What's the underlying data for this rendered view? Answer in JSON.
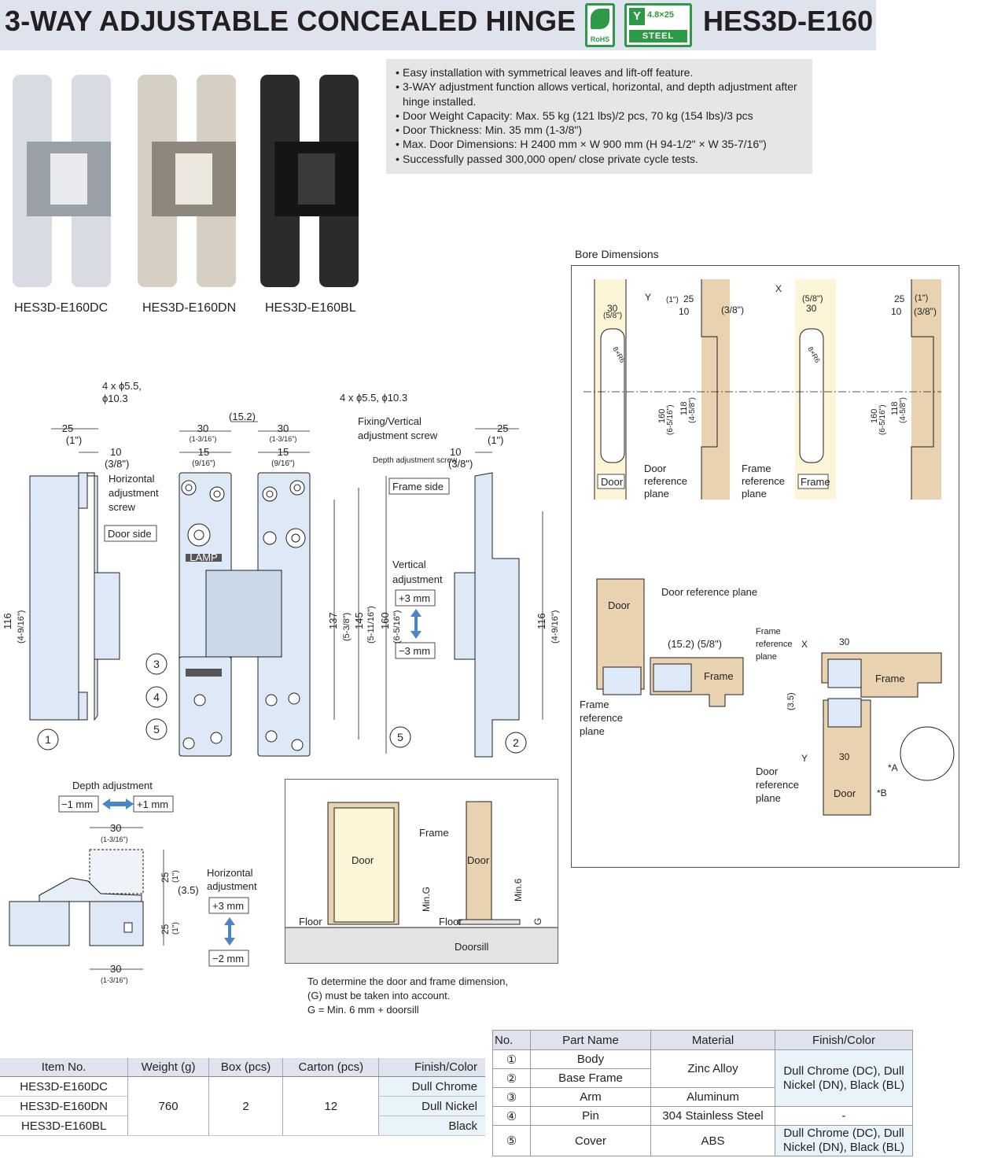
{
  "header": {
    "title": "3-WAY ADJUSTABLE CONCEALED HINGE",
    "model": "HES3D-E160",
    "rohs_badge": "RoHS",
    "steel_badge_spec": "4.8×25",
    "steel_badge_label": "STEEL",
    "accent_color": "#2e9a48",
    "band_color": "#dfe3ee"
  },
  "features": [
    "Easy installation with symmetrical leaves and lift-off feature.",
    "3-WAY adjustment function allows vertical, horizontal, and depth adjustment after hinge installed.",
    "Door Weight Capacity: Max. 55 kg (121 lbs)/2 pcs, 70 kg (154 lbs)/3 pcs",
    "Door Thickness: Min. 35 mm (1-3/8\")",
    "Max. Door Dimensions: H 2400 mm × W 900 mm (H 94-1/2\" × W 35-7/16\")",
    "Successfully passed 300,000 open/ close private cycle tests."
  ],
  "products": [
    {
      "code": "HES3D-E160DC",
      "color": "#d8dce2"
    },
    {
      "code": "HES3D-E160DN",
      "color": "#d6cfc4"
    },
    {
      "code": "HES3D-E160BL",
      "color": "#2b2b2b"
    }
  ],
  "main_drawing": {
    "callout_holes_left": "4 x ϕ5.5,",
    "callout_holes_left2": "ϕ10.3",
    "callout_holes_right": "4 x ϕ5.5, ϕ10.3",
    "dim_25": "25",
    "dim_25_in": "(1\")",
    "dim_10": "10",
    "dim_10_in": "(3/8\")",
    "dim_30": "30",
    "dim_30_in": "(1-3/16\")",
    "dim_15": "15",
    "dim_15_in": "(9/16\")",
    "dim_152": "(15.2)",
    "dim_116": "116",
    "dim_116_in": "(4-9/16\")",
    "dim_137": "137",
    "dim_137_in": "(5-3/8\")",
    "dim_145": "145",
    "dim_145_in": "(5-11/16\")",
    "dim_160": "160",
    "dim_160_in": "(6-5/16\")",
    "horizontal_screw": [
      "Horizontal",
      "adjustment",
      "screw"
    ],
    "door_side": "Door side",
    "frame_side": "Frame side",
    "fixing_screw": [
      "Fixing/Vertical",
      "adjustment screw"
    ],
    "depth_screw": "Depth adjustment screw",
    "vertical_adj": [
      "Vertical",
      "adjustment"
    ],
    "v_plus": "+3 mm",
    "v_minus": "−3 mm",
    "lamp_mark": "LAMP",
    "parts": [
      "1",
      "2",
      "3",
      "4",
      "5",
      "5"
    ]
  },
  "depth_drawing": {
    "title": "Depth adjustment",
    "minus": "−1 mm",
    "plus": "+1 mm",
    "dim_30": "30",
    "dim_30_in": "(1-3/16\")",
    "dim_25": "25",
    "dim_25_in": "(1\")",
    "dim_35": "(3.5)",
    "h_title": [
      "Horizontal",
      "adjustment"
    ],
    "h_plus": "+3 mm",
    "h_minus": "−2 mm"
  },
  "floor_drawing": {
    "frame": "Frame",
    "door": "Door",
    "door2": "Door",
    "floor": "Floor",
    "floor2": "Floor",
    "doorsill": "Doorsill",
    "min_g": "Min.G",
    "min_6": "Min.6",
    "g": "G"
  },
  "note": [
    "To determine the door and frame dimension,",
    "(G) must be taken into account.",
    "G = Min. 6 mm + doorsill"
  ],
  "bore": {
    "title": "Bore Dimensions",
    "y": "Y",
    "x": "X",
    "d30": "30",
    "d58": "(5/8\")",
    "d25": "25",
    "d1in": "(1\")",
    "d10": "10",
    "d38": "(3/8\")",
    "d160": "160",
    "d160_in": "(6-5/16\")",
    "d118": "118",
    "d118_in": "(4-5/8\")",
    "r6": "8×R6",
    "door": "Door",
    "frame": "Frame",
    "door_ref": [
      "Door",
      "reference",
      "plane"
    ],
    "frame_ref": [
      "Frame",
      "reference",
      "plane"
    ],
    "door_ref_plane": "Door reference plane",
    "d152": "(15.2) (5/8\")",
    "d35": "(3.5)",
    "a": "*A",
    "b": "*B"
  },
  "item_table": {
    "headers": [
      "Item No.",
      "Weight (g)",
      "Box (pcs)",
      "Carton (pcs)",
      "Finish/Color"
    ],
    "items": [
      "HES3D-E160DC",
      "HES3D-E160DN",
      "HES3D-E160BL"
    ],
    "weight": "760",
    "box": "2",
    "carton": "12",
    "finishes": [
      "Dull Chrome",
      "Dull Nickel",
      "Black"
    ]
  },
  "parts_table": {
    "headers": [
      "No.",
      "Part Name",
      "Material",
      "Finish/Color"
    ],
    "nums": [
      "①",
      "②",
      "③",
      "④",
      "⑤"
    ],
    "names": [
      "Body",
      "Base Frame",
      "Arm",
      "Pin",
      "Cover"
    ],
    "mat_zinc": "Zinc Alloy",
    "mat_al": "Aluminum",
    "mat_ss": "304 Stainless Steel",
    "mat_abs": "ABS",
    "fin_a": [
      "Dull Chrome (DC), Dull",
      "Nickel (DN), Black (BL)"
    ],
    "fin_dash": "-",
    "fin_b": [
      "Dull Chrome (DC), Dull",
      "Nickel (DN), Black (BL)"
    ]
  }
}
